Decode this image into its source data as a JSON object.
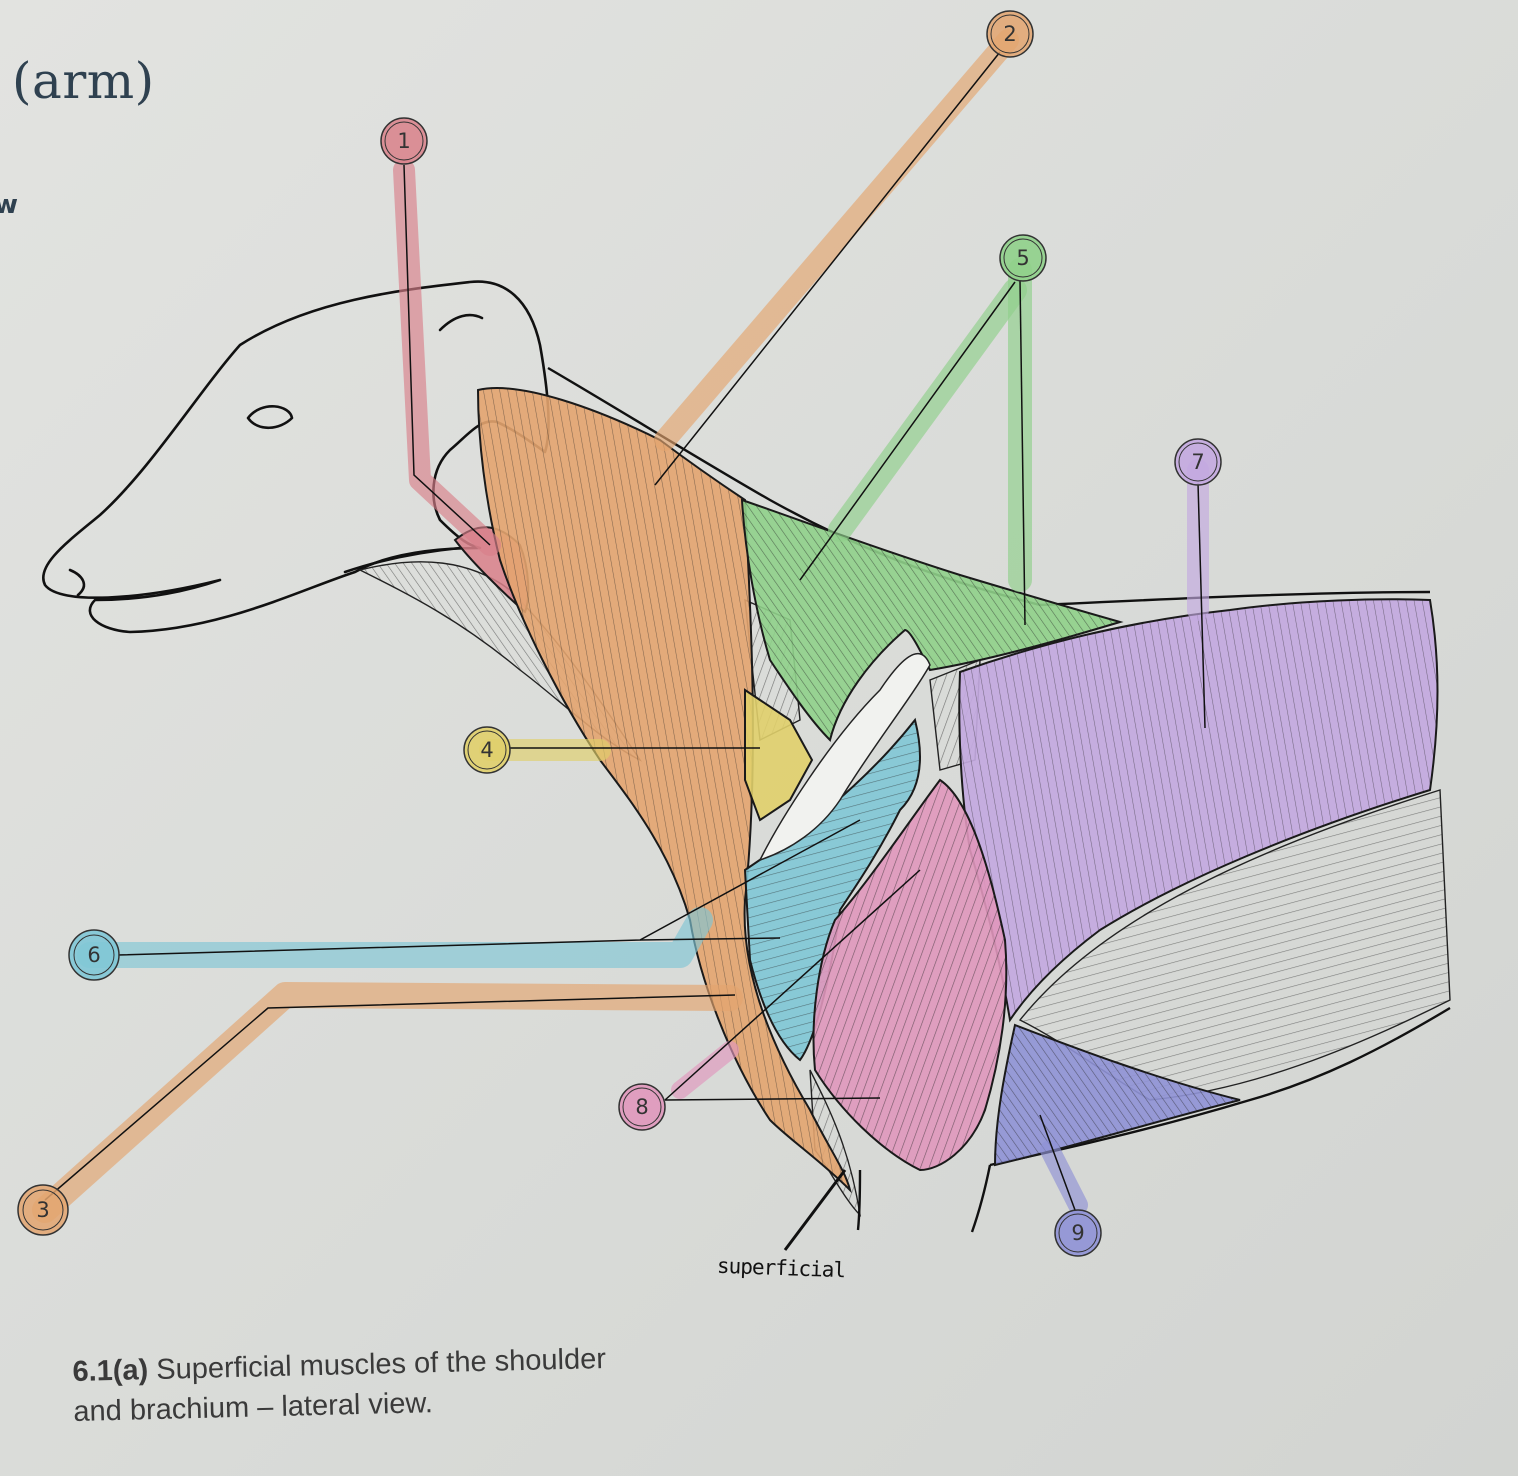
{
  "heading": "(arm)",
  "edge_letter": "w",
  "caption": {
    "figure_number": "6.1(a)",
    "text_line1": "Superficial muscles of the shoulder",
    "text_line2": "and brachium – lateral view."
  },
  "handwritten_note": "superficial",
  "markers": [
    {
      "number": "1",
      "color": "#d9808a"
    },
    {
      "number": "2",
      "color": "#e3a46f"
    },
    {
      "number": "3",
      "color": "#e3a46f"
    },
    {
      "number": "4",
      "color": "#e0cf6a"
    },
    {
      "number": "5",
      "color": "#8fd08a"
    },
    {
      "number": "6",
      "color": "#7fc6d6"
    },
    {
      "number": "7",
      "color": "#c3a9e0"
    },
    {
      "number": "8",
      "color": "#e097bd"
    },
    {
      "number": "9",
      "color": "#8f92d6"
    }
  ]
}
